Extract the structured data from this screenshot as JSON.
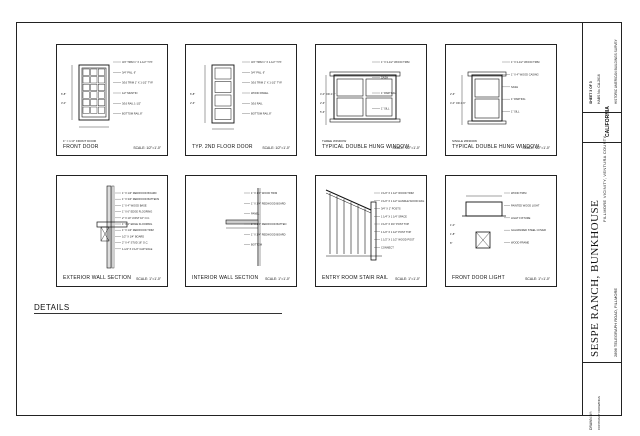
{
  "drawing": {
    "section_title": "DETAILS",
    "panels": [
      {
        "title": "FRONT DOOR",
        "sub": "1\" = 1'-0\"  FRONT DOOR",
        "scale": "SCALE: 1/2\"=1'-0\"",
        "notes": [
          "3/4\" TRIM 1\" X 1-1/2\" TYP.",
          "3/4\" PNL. 6\"",
          "3/16 TRIM 1\" X 1-1/2\" TYP.",
          "1/2\" MUNTIN",
          "3/16 RAIL 1-1/2\"",
          "BOTTOM RAIL 8\""
        ],
        "dims": [
          "6'-8\"",
          "3'-0\""
        ]
      },
      {
        "title": "TYP.   2ND FLOOR DOOR",
        "sub": "",
        "scale": "SCALE: 1/2\"=1'-0\"",
        "notes": [
          "3/4\" TRIM 1\" X 1-1/2\" TYP.",
          "3/4\" PNL. 6\"",
          "3/16 TRIM 1\" X 1-1/2\" TYP.",
          "WOOD PANEL",
          "3/16 RAIL",
          "BOTTOM RAIL 8\""
        ],
        "dims": [
          "6'-8\"",
          "2'-6\""
        ]
      },
      {
        "title": "TYPICAL DOUBLE HUNG WINDOW",
        "sub": "THREE WINDOW",
        "scale": "SCALE: 1/2\"=1'-0\"",
        "notes": [
          "1\" X 3-1/2\" WOOD TRIM",
          "SASH",
          "1\" PARTING",
          "1\" SILL"
        ],
        "dims": [
          "4'-0\" OR 4'-6\"",
          "2'-6\"",
          "5'-6\""
        ]
      },
      {
        "title": "TYPICAL DOUBLE HUNG WINDOW",
        "sub": "SINGLE WINDOW",
        "scale": "SCALE: 1/2\"=1'-0\"",
        "notes": [
          "1\" X 3-1/2\" WOOD TRIM",
          "1\" X 4\" WOOD CASING",
          "SASH",
          "1\" PARTING",
          "1\" SILL"
        ],
        "dims": [
          "2'-6\"",
          "4'-0\" OR 4'-6\""
        ]
      },
      {
        "title": "EXTERIOR WALL SECTION",
        "sub": "",
        "scale": "SCALE: 1\"=1'-0\"",
        "notes": [
          "1\" X 1/4\" REDWOOD BOARD",
          "1\" X 3/4\" REDWOOD BATTENS",
          "1\" X 4\" WOOD BASE",
          "1\" X 6\" EDGE FLOORING",
          "2\" X 10\" JOIST 16\" O.C.",
          "1\" X 4\" EDGE FLOORING",
          "1\" X 1/4\" REDWOOD TRIM",
          "1/2\" X 1/4\" BOARD",
          "2\" X 4\" STUD 16\" O.C.",
          "1-1/4\" X 3 1/2\" CAP SOLE"
        ],
        "dims": []
      },
      {
        "title": "INTERIOR WALL SECTION",
        "sub": "",
        "scale": "SCALE: 1\"=1'-0\"",
        "notes": [
          "1\" X 1/4\" WOOD TRIM",
          "1\" X 1/4\" REDWOOD BOARD",
          "PANEL",
          "1\" X 1/4\" REDWOOD BATTEN",
          "1\" X 1/4\" REDWOOD BOARD",
          "BOTTOM"
        ],
        "dims": []
      },
      {
        "title": "ENTRY ROOM STAIR RAIL",
        "sub": "",
        "scale": "SCALE: 1\"=1'-0\"",
        "notes": [
          "3 1/2\" X 1 1/2\" WOOD TRIM",
          "3 1/2\" X 1 1/2\" HANDLE WOOD RAIL TRIM",
          "3/4\" X 1\" POSTS",
          "1 1/4\" X 1 1/4\" SPACE",
          "3 1/2\" X 3/4\" POST TOP",
          "1 1/2\" X 1 1/2\" POST TOP",
          "1 1/2\" X 1 1/2\" WOOD POST",
          "CONNECT"
        ],
        "dims": []
      },
      {
        "title": "FRONT DOOR LIGHT",
        "sub": "",
        "scale": "SCALE: 1\"=1'-0\"",
        "notes": [
          "WOOD TRIM",
          "PAINTED WOOD LIGHT",
          "LIGHT FIXTURE",
          "GALVANIZED STEEL COVER",
          "WOOD FRAME"
        ],
        "dims": [
          "1'-0\"",
          "1'-8\"",
          "8\""
        ]
      }
    ]
  },
  "title_block": {
    "project": "SESPE RANCH, BUNKHOUSE",
    "location": "FILLMORE VICINITY, VENTURA COUNTY",
    "sheet_label": "CALIFORNIA",
    "survey": "HISTORIC AMERICAN BUILDINGS SURVEY",
    "sheet_no": "SHEET 3 OF 3",
    "hab_no": "HABS No. CA-2616",
    "drawn_by": "DRAWN BY:",
    "drafting_note": "CONTRACT DRAWINGS",
    "address": "2896 TELEGRAPH ROAD, FILLMORE"
  }
}
